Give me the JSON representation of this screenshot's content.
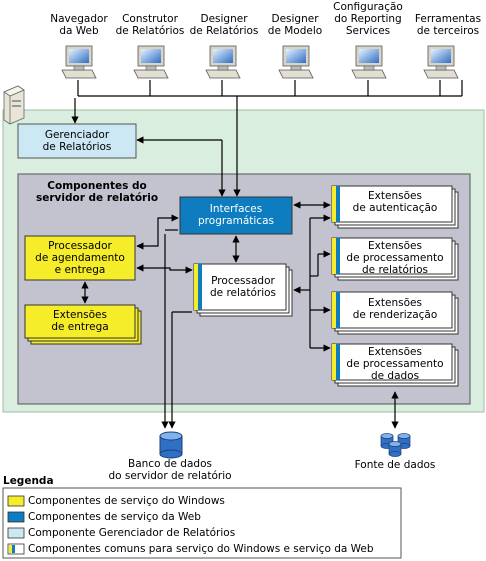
{
  "clients": [
    {
      "line1": "Navegador",
      "line2": "da Web"
    },
    {
      "line1": "Construtor",
      "line2": "de Relatórios"
    },
    {
      "line1": "Designer",
      "line2": "de Relatórios"
    },
    {
      "line1": "Designer",
      "line2": "de Modelo"
    },
    {
      "line1": "Configuração",
      "line2": "do Reporting",
      "line3": "Services"
    },
    {
      "line1": "Ferramentas",
      "line2": "de terceiros"
    }
  ],
  "report_manager": {
    "line1": "Gerenciador",
    "line2": "de Relatórios"
  },
  "server_components_title": {
    "line1": "Componentes do",
    "line2": "servidor de relatório"
  },
  "programmatic_interfaces": {
    "line1": "Interfaces",
    "line2": "programáticas"
  },
  "scheduling_processor": {
    "line1": "Processador",
    "line2": "de agendamento",
    "line3": "e entrega"
  },
  "delivery_extensions": {
    "line1": "Extensões",
    "line2": "de entrega"
  },
  "report_processor": {
    "line1": "Processador",
    "line2": "de relatórios"
  },
  "extensions": [
    {
      "line1": "Extensões",
      "line2": "de autenticação"
    },
    {
      "line1": "Extensões",
      "line2": "de processamento",
      "line3": "de relatórios"
    },
    {
      "line1": "Extensões",
      "line2": "de renderização"
    },
    {
      "line1": "Extensões",
      "line2": "de processamento",
      "line3": "de dados"
    }
  ],
  "report_server_db": {
    "line1": "Banco de dados",
    "line2": "do servidor de relatório"
  },
  "data_source": {
    "line1": "Fonte de dados"
  },
  "legend": {
    "title": "Legenda",
    "items": [
      "Componentes de serviço do Windows",
      "Componentes de serviço da Web",
      "Componente Gerenciador de Relatórios",
      "Componentes comuns para serviço do Windows e serviço da Web"
    ]
  },
  "colors": {
    "web_service_area": "#d9eedf",
    "server_area": "#c3c3cf",
    "windows_service": "#f5ec2a",
    "web_service": "#0d7dbf",
    "report_manager": "#cce8f4",
    "arrow": "#000000"
  }
}
